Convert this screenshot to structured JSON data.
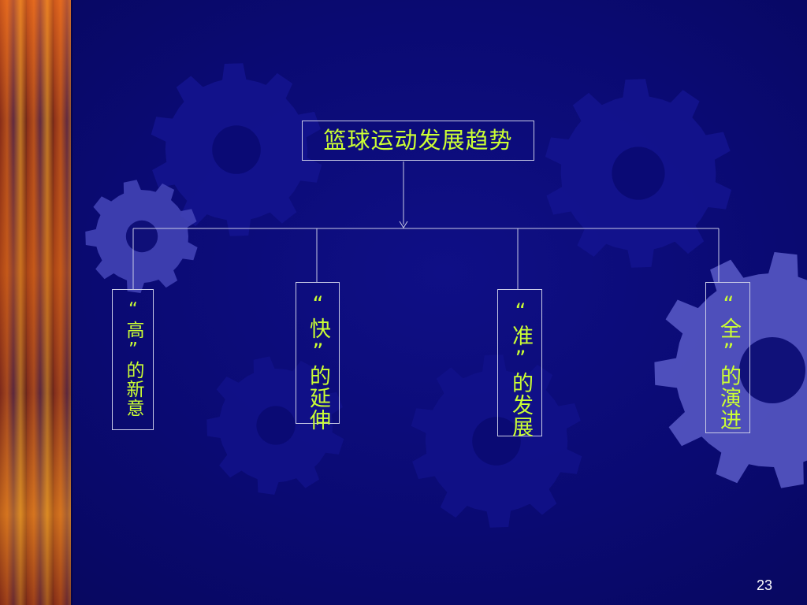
{
  "diagram": {
    "root": {
      "label": "篮球运动发展趋势"
    },
    "children": [
      {
        "label": "“高”的新意"
      },
      {
        "label": "“快”的延伸"
      },
      {
        "label": "“准”的发展"
      },
      {
        "label": "“全”的演进"
      }
    ]
  },
  "slide": {
    "page_number": "23"
  },
  "colors": {
    "background": "#0a0a72",
    "text": "#ccff33",
    "box_border": "#c9cbe6",
    "gear_dark": "#16169a",
    "gear_light": "#5a5cc8"
  },
  "icons": [
    "gear-icon"
  ]
}
